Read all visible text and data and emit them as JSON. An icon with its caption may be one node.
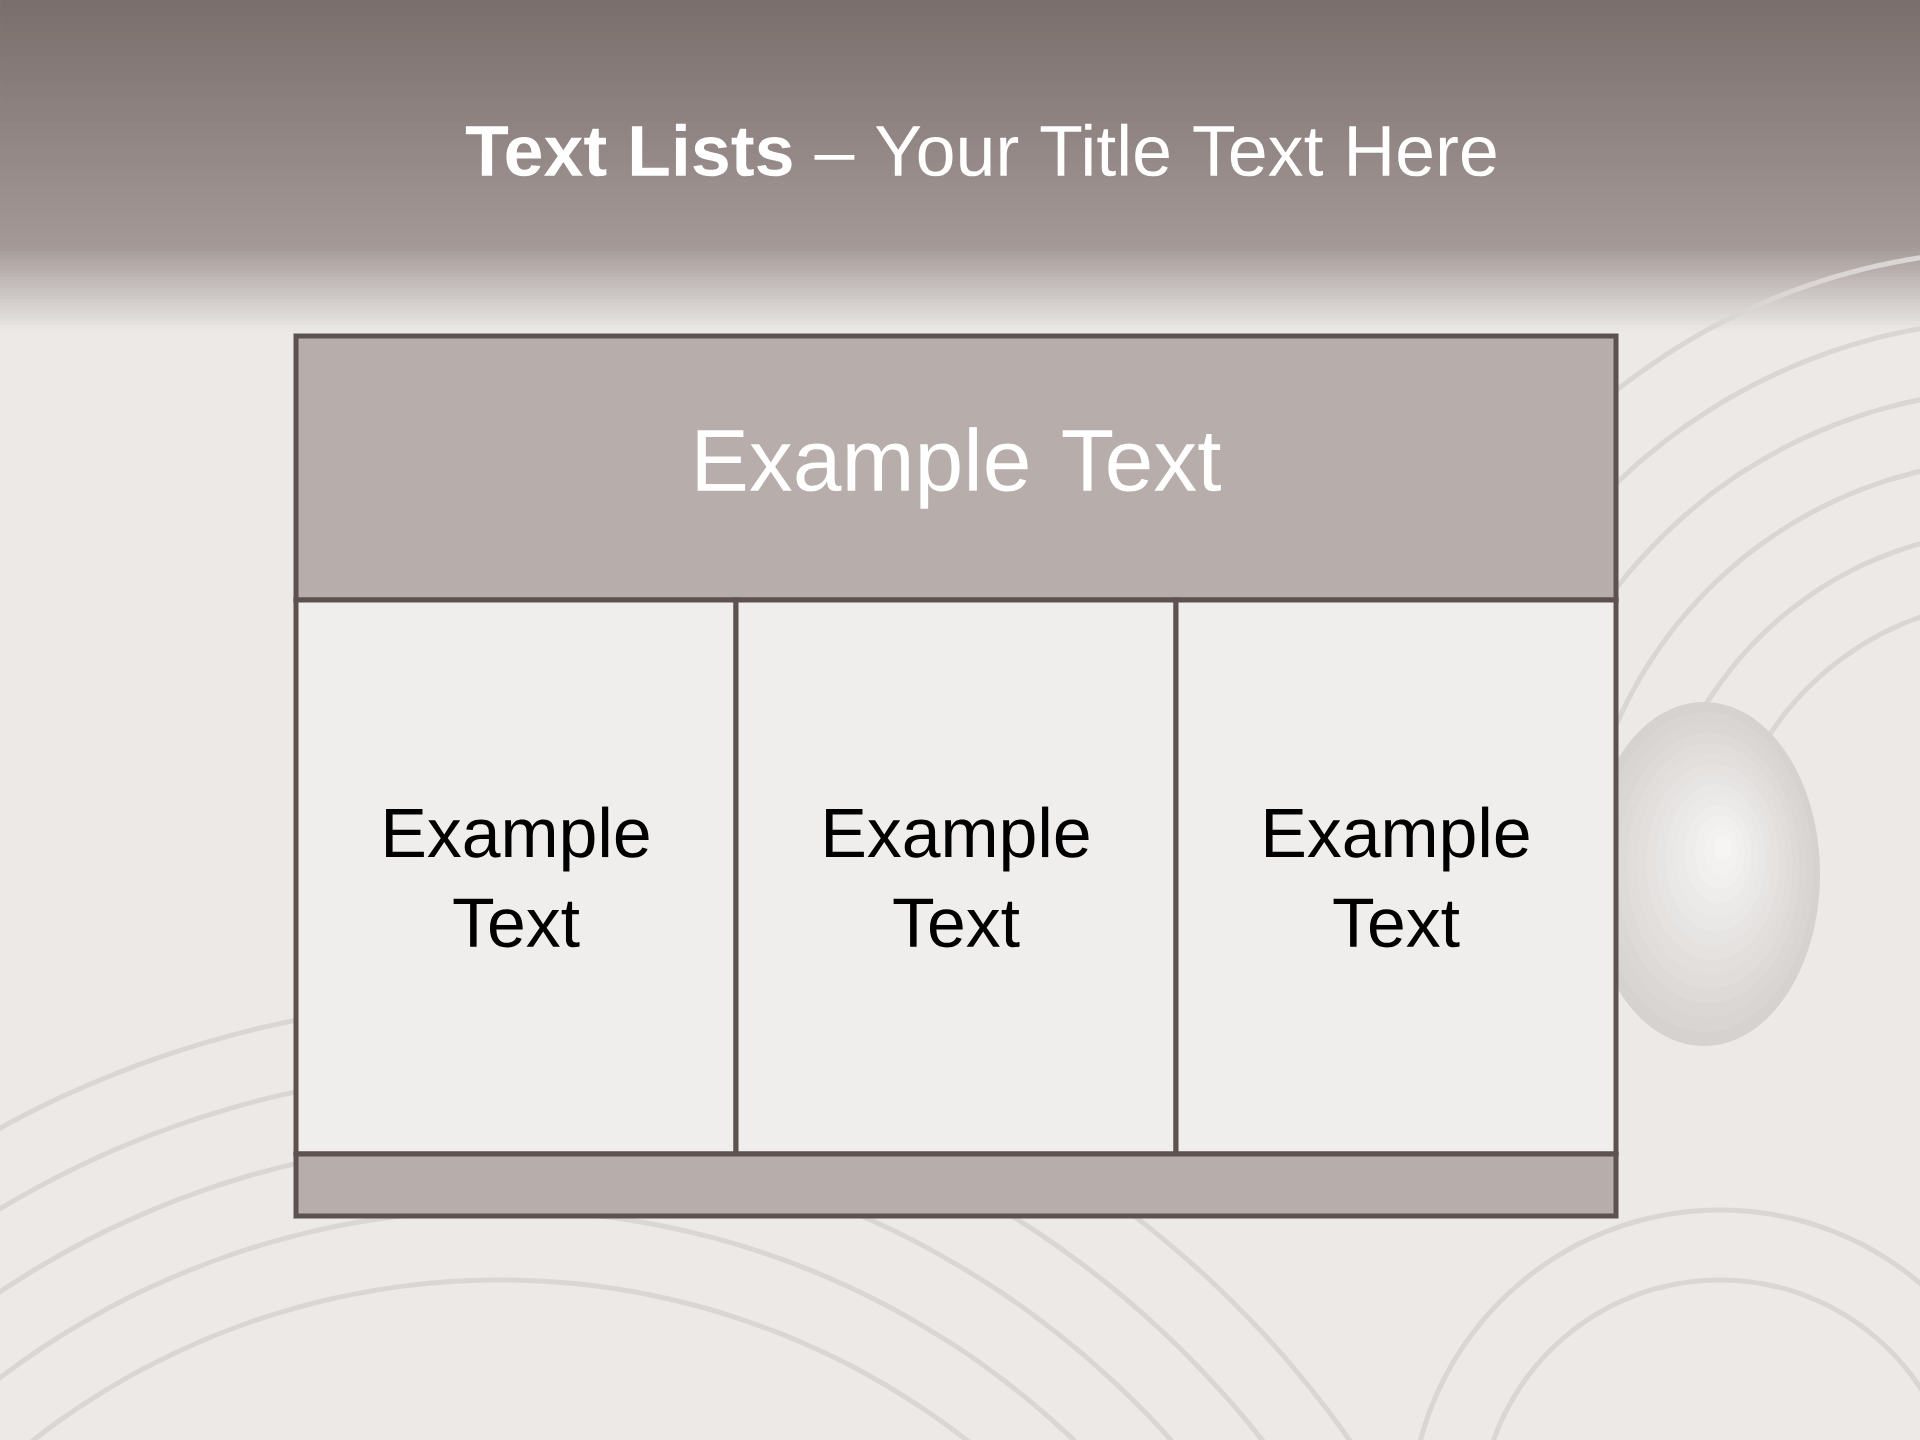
{
  "diagram": {
    "title": "**Text Lists** – Your Title Text Here",
    "nodes": [
      {
        "text": [
          "Example Text"
        ]
      },
      {
        "text": [
          "Example Text"
        ]
      },
      {
        "text": [
          "Example Text"
        ]
      },
      {
        "text": [
          "Example Text"
        ]
      },
      {
        "text": [],
        "shape": "box"
      }
    ]
  }
}
